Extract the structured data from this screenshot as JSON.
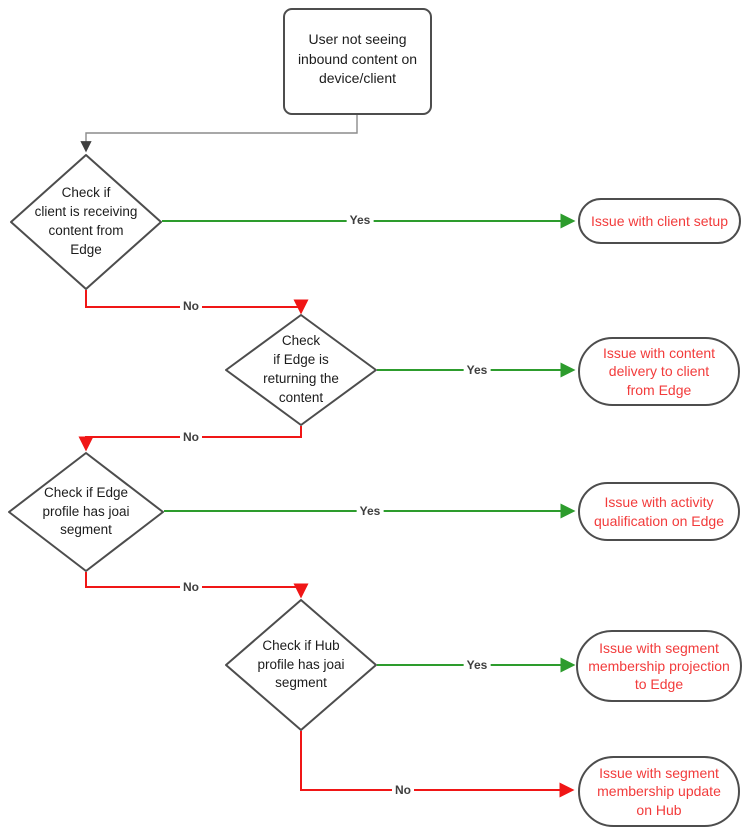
{
  "diagram": {
    "start_node": {
      "label": "User not seeing\ninbound content on\ndevice/client"
    },
    "decisions": [
      {
        "label": "Check if\nclient is receiving\ncontent from\nEdge"
      },
      {
        "label": "Check\nif Edge is\nreturning the\ncontent"
      },
      {
        "label": "Check if Edge\nprofile has joai\nsegment"
      },
      {
        "label": "Check if Hub\nprofile has joai\nsegment"
      }
    ],
    "outcomes": [
      {
        "label": "Issue with client setup"
      },
      {
        "label": "Issue with content\ndelivery to client\nfrom Edge"
      },
      {
        "label": "Issue with activity\nqualification on Edge"
      },
      {
        "label": "Issue with segment\nmembership projection\nto Edge"
      },
      {
        "label": "Issue with segment\nmembership update\non Hub"
      }
    ],
    "edges": {
      "yes_label": "Yes",
      "no_label": "No"
    },
    "colors": {
      "yes_arrow": "#2d9c2d",
      "no_arrow": "#f01616",
      "outcome_text": "#f23b3b",
      "node_border": "#4d4d4d",
      "start_connector": "#8c8c8c",
      "edge_label_text": "#3f3f3f"
    }
  }
}
